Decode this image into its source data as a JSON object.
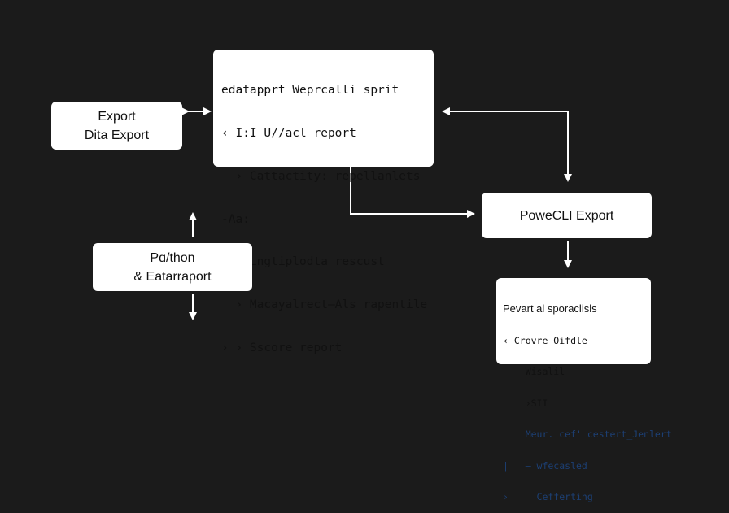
{
  "boxes": {
    "export": {
      "lines": [
        "Export",
        "Dita Export"
      ]
    },
    "script": {
      "lines": [
        "edatapprt Weprcalli sprit",
        "‹ I:I U//acl report",
        "  › Cattactity: repellanlets",
        "-Aa:",
        "  › Lngtiplodta rescust",
        "  › Macayalrect–Als rapentile",
        "› › Sscore report"
      ]
    },
    "python": {
      "lines": [
        "Pɑ/thon",
        "& Eatarraport"
      ]
    },
    "powercli": {
      "lines": [
        "PoweCLI Export"
      ]
    },
    "report": {
      "lines": [
        {
          "text": "Pevart al sporaclisls",
          "color": "dark"
        },
        {
          "text": "‹ Crovre Oifdle",
          "color": "dark"
        },
        {
          "text": "  – Wisalil",
          "color": "dark"
        },
        {
          "text": "    ›SII",
          "color": "dark"
        },
        {
          "text": "    Meur. cef' cestert_Jenlert",
          "color": "blue"
        },
        {
          "text": "|   – wfecasled",
          "color": "blue"
        },
        {
          "text": "›     Cefferting",
          "color": "blue"
        }
      ]
    }
  },
  "colors": {
    "background": "#1b1b1b",
    "box": "#ffffff",
    "arrow": "#ffffff",
    "accent_text": "#1c3f73"
  }
}
